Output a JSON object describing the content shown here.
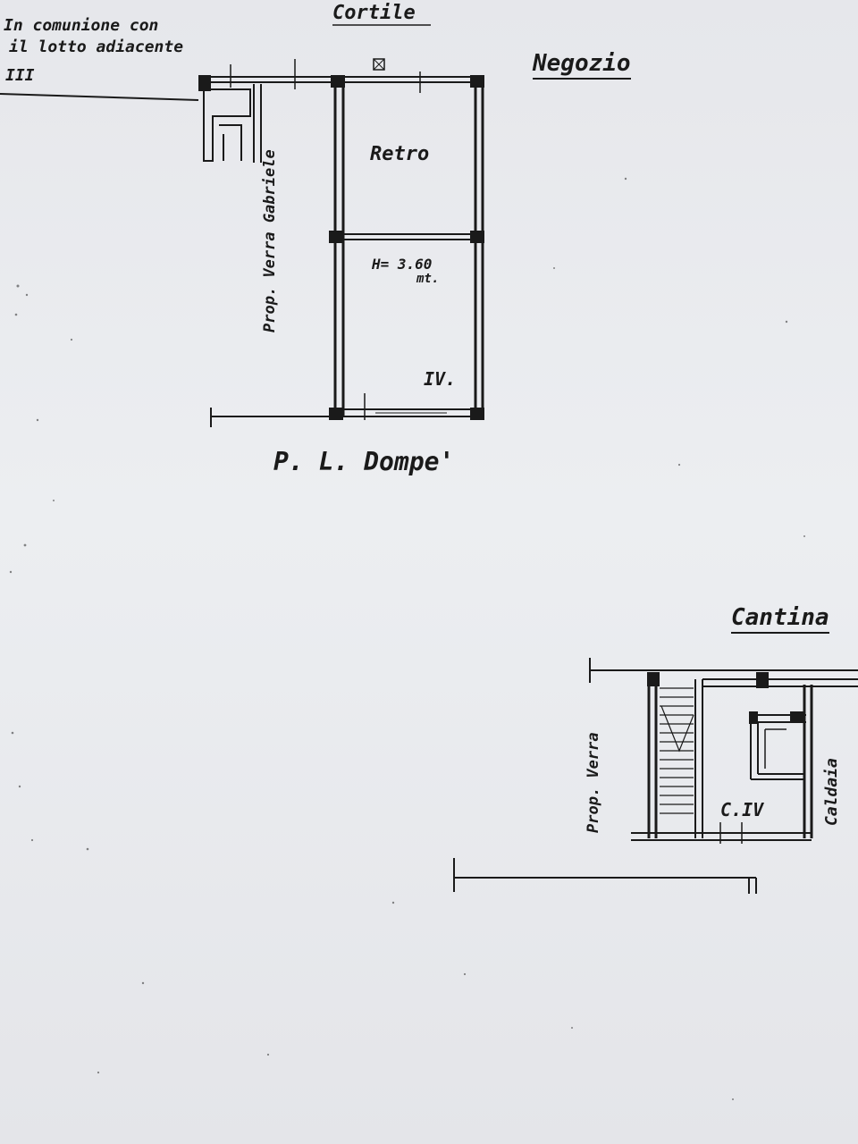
{
  "labels": {
    "common_note_1": "In comunione con",
    "common_note_2": "il lotto adiacente",
    "roman_iii": "III",
    "cortile": "Cortile",
    "negozio": "Negozio",
    "retro": "Retro",
    "height_1": "H= 3.60",
    "height_2": "mt.",
    "unit_iv": "IV.",
    "neighbor_gabriele": "Prop. Verra Gabriele",
    "neighbor_dompe": "P. L. Dompe'",
    "cantina": "Cantina",
    "neighbor_verra": "Prop. Verra",
    "cellar_code": "C.IV",
    "caldaia": "Caldaia"
  },
  "colors": {
    "ink": "#1a1a1a",
    "paper": "#e9eaee"
  }
}
